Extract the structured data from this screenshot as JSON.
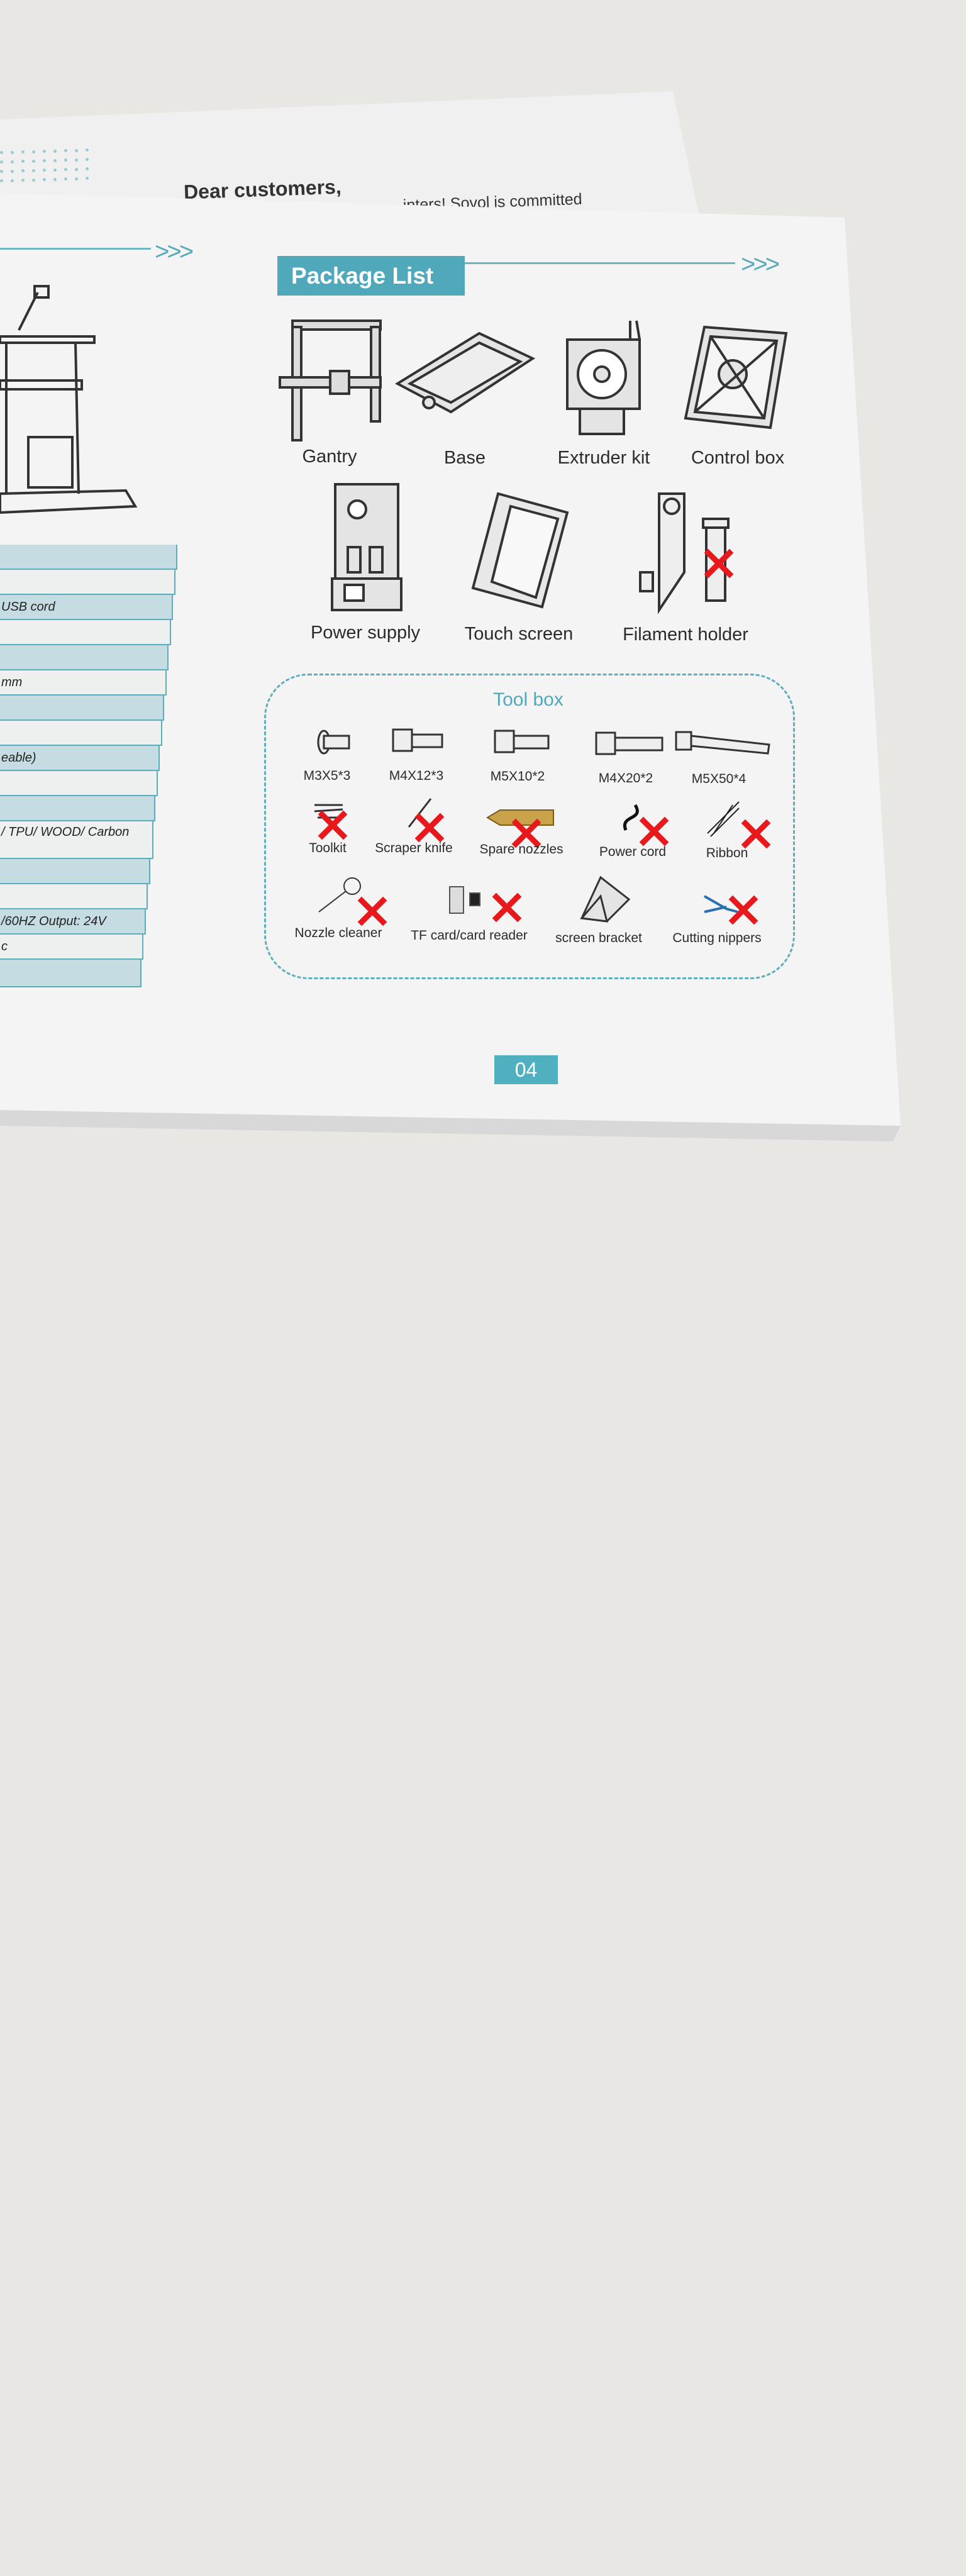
{
  "back_page": {
    "greeting": "Dear customers,",
    "sentence_fragment": "...inters! Sovol is committed"
  },
  "left_page": {
    "spec_table_fragments": [
      "",
      "",
      "USB cord",
      "",
      "",
      "mm",
      "",
      "",
      "eable)",
      "",
      "",
      "/ TPU/ WOOD/ Carbon",
      "",
      "",
      "/60HZ Output: 24V",
      "c",
      ""
    ]
  },
  "package_list": {
    "title": "Package List",
    "arrows": ">>>",
    "items": [
      {
        "label": "Gantry",
        "icon": "gantry-icon"
      },
      {
        "label": "Base",
        "icon": "base-icon"
      },
      {
        "label": "Extruder kit",
        "icon": "extruder-icon"
      },
      {
        "label": "Control box",
        "icon": "control-box-icon"
      },
      {
        "label": "Power supply",
        "icon": "power-supply-icon"
      },
      {
        "label": "Touch screen",
        "icon": "touch-screen-icon"
      },
      {
        "label": "Filament holder",
        "icon": "filament-holder-icon",
        "crossed_part": true
      }
    ],
    "tool_box": {
      "title": "Tool box",
      "screws": [
        "M3X5*3",
        "M4X12*3",
        "M5X10*2",
        "M4X20*2",
        "M5X50*4"
      ],
      "tools": [
        {
          "label": "Toolkit",
          "crossed": true
        },
        {
          "label": "Scraper knife",
          "crossed": true
        },
        {
          "label": "Spare nozzles",
          "crossed": true
        },
        {
          "label": "Power cord",
          "crossed": true
        },
        {
          "label": "Ribbon",
          "crossed": true
        },
        {
          "label": "Nozzle cleaner",
          "crossed": true
        },
        {
          "label": "TF card/card reader",
          "crossed": true
        },
        {
          "label": "screen bracket",
          "crossed": false
        },
        {
          "label": "Cutting nippers",
          "crossed": true
        }
      ]
    }
  },
  "page_number": "04",
  "colors": {
    "accent": "#4fa9ba",
    "cross": "#e8191c",
    "table_shade": "#c5dde2"
  }
}
